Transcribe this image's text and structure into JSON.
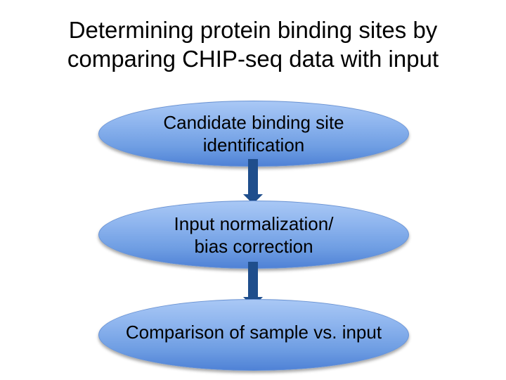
{
  "title": {
    "line1": "Determining protein binding sites by",
    "line2": "comparing CHIP-seq data with input"
  },
  "flow": {
    "steps": [
      {
        "line1": "Candidate binding site",
        "line2": "identification"
      },
      {
        "line1": "Input normalization/",
        "line2": "bias correction"
      },
      {
        "line1": "Comparison of sample vs. input"
      }
    ]
  },
  "colors": {
    "node_fill": "#8db4ee",
    "arrow": "#1f4e8c"
  }
}
